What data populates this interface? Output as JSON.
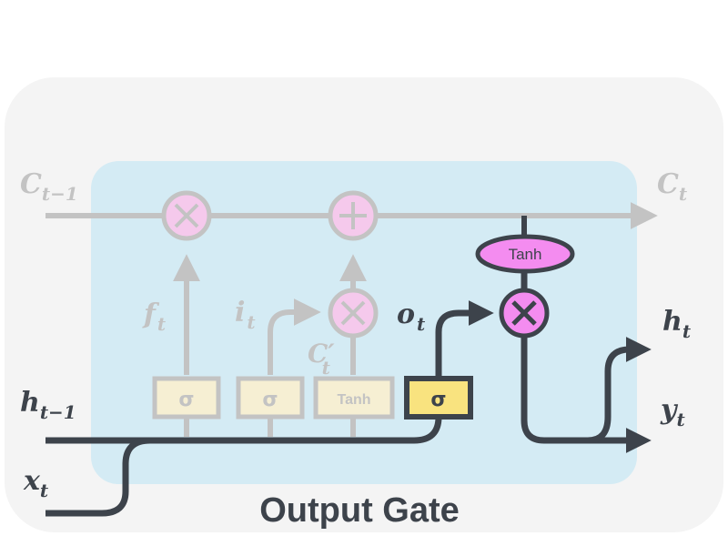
{
  "title": "Output Gate",
  "labels": {
    "c_prev_main": "C",
    "c_prev_sub": "t−1",
    "c_next_main": "C",
    "c_next_sub": "t",
    "h_prev_main": "h",
    "h_prev_sub": "t−1",
    "x_main": "x",
    "x_sub": "t",
    "f_main": "f",
    "f_sub": "t",
    "i_main": "i",
    "i_sub": "t",
    "c_cand_main": "C′",
    "c_cand_sub": "t",
    "o_main": "o",
    "o_sub": "t",
    "h_out_main": "h",
    "h_out_sub": "t",
    "y_out_main": "y",
    "y_out_sub": "t"
  },
  "gates": {
    "forget_sigma": "σ",
    "input_sigma": "σ",
    "candidate_tanh": "Tanh",
    "output_sigma": "σ",
    "cell_tanh": "Tanh"
  },
  "ops": {
    "forget_multiply": "⊗",
    "input_multiply": "⊗",
    "cell_add": "⊕",
    "output_multiply": "⊗"
  },
  "colors": {
    "faded_line": "#c3c3c3",
    "active_line": "#3d434b",
    "cell_bg": "#d4ebf4",
    "outer_bg": "#f4f4f4",
    "faded_gate_fill": "#f6efd3",
    "active_gate_fill": "#f9e37f",
    "op_fill": "#f5c9ec",
    "tanh_fill": "#f48cf0"
  }
}
